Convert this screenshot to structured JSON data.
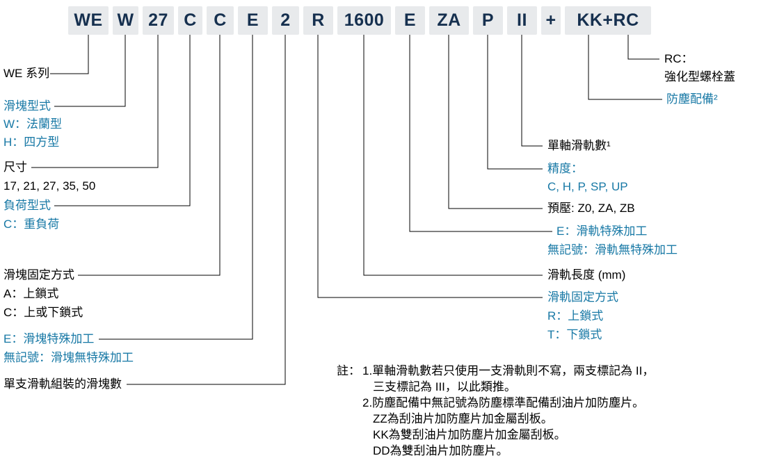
{
  "code": {
    "segments": [
      "WE",
      "W",
      "27",
      "C",
      "C",
      "E",
      "2",
      "R",
      "1600",
      "E",
      "ZA",
      "P",
      "II",
      "+",
      "KK+RC"
    ]
  },
  "left": {
    "series": {
      "label": "WE 系列"
    },
    "block_type": {
      "title": "滑塊型式",
      "items": [
        "W：法蘭型",
        "H：四方型"
      ]
    },
    "size": {
      "title": "尺寸",
      "values": "17, 21, 27, 35, 50"
    },
    "load_type": {
      "title": "負荷型式",
      "items": [
        "C：重負荷"
      ]
    },
    "block_fixing": {
      "title": "滑塊固定方式",
      "items": [
        "A：上鎖式",
        "C：上或下鎖式"
      ]
    },
    "block_special": {
      "items": [
        "E：滑塊特殊加工",
        "無記號：滑塊無特殊加工"
      ]
    },
    "blocks_per_rail": {
      "label": "單支滑軌組裝的滑塊數"
    }
  },
  "right": {
    "bolt_cap": {
      "items": [
        "RC：",
        "強化型螺栓蓋"
      ]
    },
    "dust_protection": {
      "label": "防塵配備²"
    },
    "rails_per_axis": {
      "label": "單軸滑軌數¹"
    },
    "precision": {
      "title": "精度：",
      "items": [
        "C, H, P, SP, UP"
      ]
    },
    "preload": {
      "label": "預壓: Z0, ZA, ZB"
    },
    "rail_special": {
      "items": [
        "E：滑軌特殊加工",
        "無記號：滑軌無特殊加工"
      ]
    },
    "rail_length": {
      "label": "滑軌長度 (mm)"
    },
    "rail_fixing": {
      "title": "滑軌固定方式",
      "items": [
        "R：上鎖式",
        "T：下鎖式"
      ]
    }
  },
  "notes": {
    "prefix": "註：",
    "lines": [
      "1.單軸滑軌數若只使用一支滑軌則不寫，兩支標記為 II，",
      "三支標記為 III，以此類推。",
      "2.防塵配備中無記號為防塵標準配備刮油片加防塵片。",
      "ZZ為刮油片加防塵片加金屬刮板。",
      "KK為雙刮油片加防塵片加金屬刮板。",
      "DD為雙刮油片加防塵片。"
    ]
  },
  "colors": {
    "accent_blue": "#1778a5",
    "header_bg": "#e8eaec",
    "header_text": "#16304f",
    "line_color": "#000000"
  }
}
